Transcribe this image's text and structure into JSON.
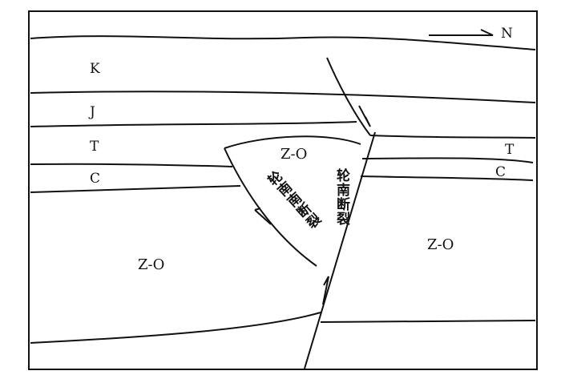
{
  "north_label": "N",
  "strata": {
    "k": "K",
    "j": "J",
    "t_left": "T",
    "c_left": "C",
    "t_right": "T",
    "c_right": "C",
    "zo_wedge": "Z-O",
    "zo_left": "Z-O",
    "zo_right": "Z-O"
  },
  "faults": {
    "lunnan_south": "轮南南断裂",
    "lunnan": "轮南断裂"
  }
}
